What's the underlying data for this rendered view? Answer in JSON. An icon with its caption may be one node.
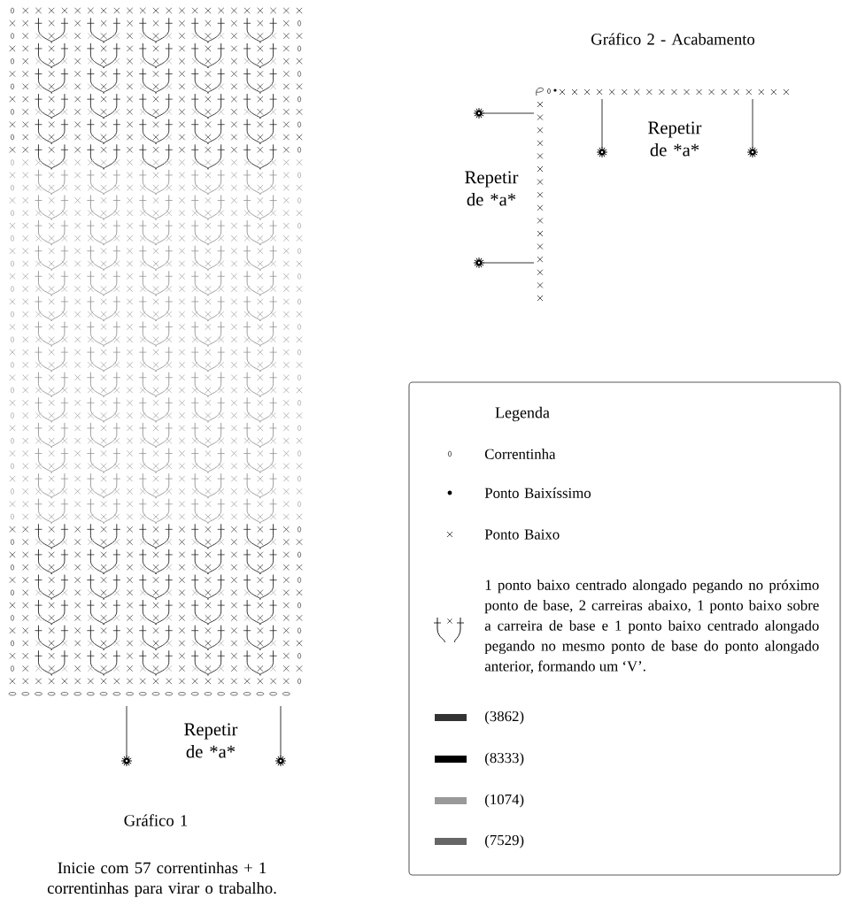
{
  "diagram": {
    "labels": [
      "Gráfico 2 - Acabamento",
      "Repetir de *a*",
      "Repetir de *a*",
      "Legenda",
      "Repetir de *a*",
      "Gráfico 1",
      "Inicie com 57 correntinhas + 1 correntinhas para virar o trabalho."
    ],
    "legend": [
      {
        "text": "Correntinha"
      },
      {
        "text": "Ponto Baixíssimo"
      },
      {
        "text": "Ponto Baixo"
      },
      {
        "text": "1 ponto baixo centrado alongado pegando no próximo ponto de base, 2 carreiras abaixo, 1 ponto baixo sobre a carreira de base e 1 ponto baixo centrado alongado pegando no mesmo ponto de base do ponto alongado anterior, formando um ‘V’."
      },
      {
        "text": "(3862)",
        "color": "#333333"
      },
      {
        "text": "(8333)",
        "color": "#000000"
      },
      {
        "text": "(1074)",
        "color": "#999999"
      },
      {
        "text": "(7529)",
        "color": "#666666"
      }
    ]
  }
}
